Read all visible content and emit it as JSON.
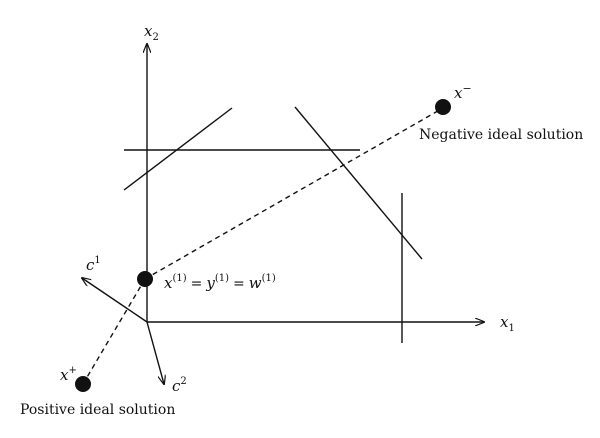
{
  "diagram": {
    "axes": {
      "x1": {
        "base": "x",
        "sub": "1"
      },
      "x2": {
        "base": "x",
        "sub": "2"
      }
    },
    "directions": {
      "c1": {
        "base": "c",
        "sup": "1"
      },
      "c2": {
        "base": "c",
        "sup": "2"
      }
    },
    "points": {
      "x_minus": {
        "base": "x",
        "sup": "−"
      },
      "x_plus": {
        "base": "x",
        "sup": "+"
      },
      "intersection": {
        "x_base": "x",
        "x_sup": "(1)",
        "eq1": "=",
        "y_base": "y",
        "y_sup": "(1)",
        "eq2": "=",
        "w_base": "w",
        "w_sup": "(1)"
      }
    },
    "annotations": {
      "negative": "Negative ideal solution",
      "positive": "Positive ideal solution"
    },
    "colors": {
      "ink": "#111111",
      "background": "#ffffff"
    }
  }
}
